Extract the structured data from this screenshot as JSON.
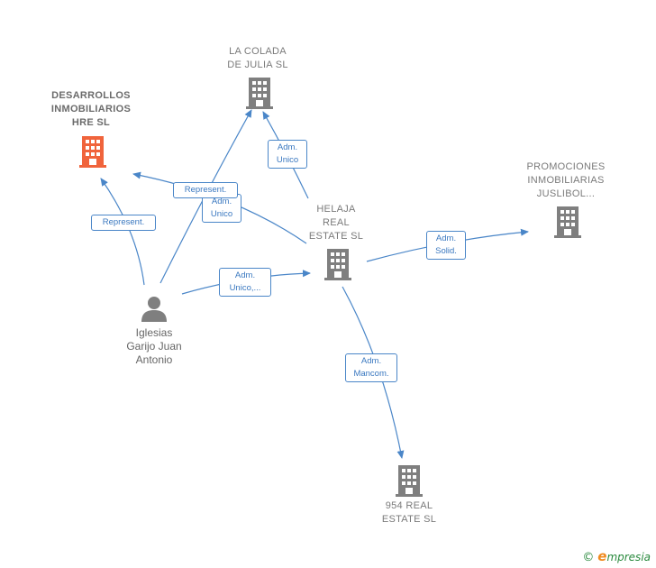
{
  "nodes": [
    {
      "id": "desarrollos",
      "type": "company",
      "highlight": true,
      "lines": [
        "DESARROLLOS",
        "INMOBILIARIOS",
        "HRE  SL"
      ],
      "icon": "building-icon",
      "color": "#f0643c"
    },
    {
      "id": "la_colada",
      "type": "company",
      "highlight": false,
      "lines": [
        "LA COLADA",
        "DE JULIA  SL"
      ],
      "icon": "building-icon",
      "color": "#7f7f7f"
    },
    {
      "id": "promociones",
      "type": "company",
      "highlight": false,
      "lines": [
        "PROMOCIONES",
        "INMOBILIARIAS",
        "JUSLIBOL..."
      ],
      "icon": "building-icon",
      "color": "#7f7f7f"
    },
    {
      "id": "helaja",
      "type": "company",
      "highlight": false,
      "lines": [
        "HELAJA",
        "REAL",
        "ESTATE  SL"
      ],
      "icon": "building-icon",
      "color": "#7f7f7f"
    },
    {
      "id": "iglesias",
      "type": "person",
      "highlight": false,
      "lines": [
        "Iglesias",
        "Garijo Juan",
        "Antonio"
      ],
      "icon": "person-icon",
      "color": "#7f7f7f"
    },
    {
      "id": "r954",
      "type": "company",
      "highlight": false,
      "lines": [
        "954 REAL",
        "ESTATE  SL"
      ],
      "icon": "building-icon",
      "color": "#7f7f7f"
    }
  ],
  "edges": [
    {
      "id": "e1",
      "from": "iglesias",
      "to": "desarrollos",
      "lines": [
        "Represent."
      ]
    },
    {
      "id": "e2",
      "from": "iglesias",
      "to": "la_colada",
      "lines": [
        "Adm.",
        "Unico"
      ]
    },
    {
      "id": "e3",
      "from": "iglesias",
      "to": "helaja",
      "lines": [
        "Adm.",
        "Unico,..."
      ]
    },
    {
      "id": "e4",
      "from": "helaja",
      "to": "desarrollos",
      "lines": [
        "Represent."
      ]
    },
    {
      "id": "e5",
      "from": "helaja",
      "to": "la_colada",
      "lines": [
        "Adm.",
        "Unico"
      ]
    },
    {
      "id": "e6",
      "from": "helaja",
      "to": "promociones",
      "lines": [
        "Adm.",
        "Solid."
      ]
    },
    {
      "id": "e7",
      "from": "helaja",
      "to": "r954",
      "lines": [
        "Adm.",
        "Mancom."
      ]
    }
  ],
  "footer": {
    "copyright": "©",
    "brand_initial": "e",
    "brand_rest": "mpresia"
  },
  "colors": {
    "edge": "#4a86c8",
    "building": "#7f7f7f",
    "highlight": "#f0643c"
  }
}
